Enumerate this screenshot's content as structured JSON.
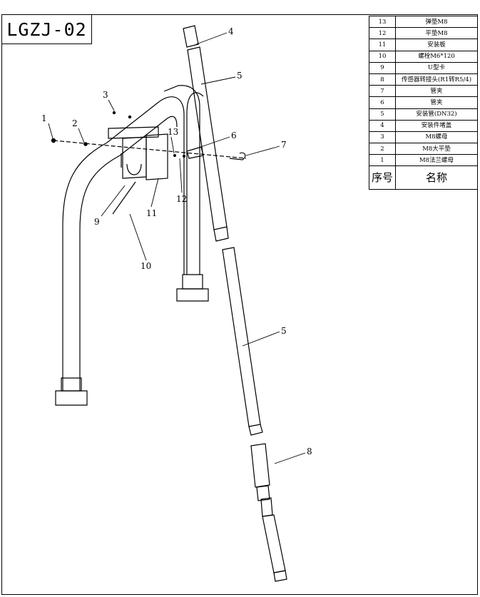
{
  "drawing_code": "LGZJ-02",
  "bom": {
    "rows": [
      {
        "no": "13",
        "name": "弹垫M8"
      },
      {
        "no": "12",
        "name": "平垫M8"
      },
      {
        "no": "11",
        "name": "安装板"
      },
      {
        "no": "10",
        "name": "螺栓M6*120"
      },
      {
        "no": "9",
        "name": "U型卡"
      },
      {
        "no": "8",
        "name": "传感器转接头(R1转R5/4)"
      },
      {
        "no": "7",
        "name": "管夹"
      },
      {
        "no": "6",
        "name": "管夹"
      },
      {
        "no": "5",
        "name": "安装管(DN32)"
      },
      {
        "no": "4",
        "name": "安装件堵盖"
      },
      {
        "no": "3",
        "name": "M8螺母"
      },
      {
        "no": "2",
        "name": "M8大平垫"
      },
      {
        "no": "1",
        "name": "M8法兰螺母"
      }
    ],
    "header_no": "序号",
    "header_name": "名称"
  },
  "callouts": [
    "1",
    "2",
    "3",
    "4",
    "5",
    "5",
    "6",
    "7",
    "8",
    "9",
    "10",
    "11",
    "12",
    "13"
  ]
}
